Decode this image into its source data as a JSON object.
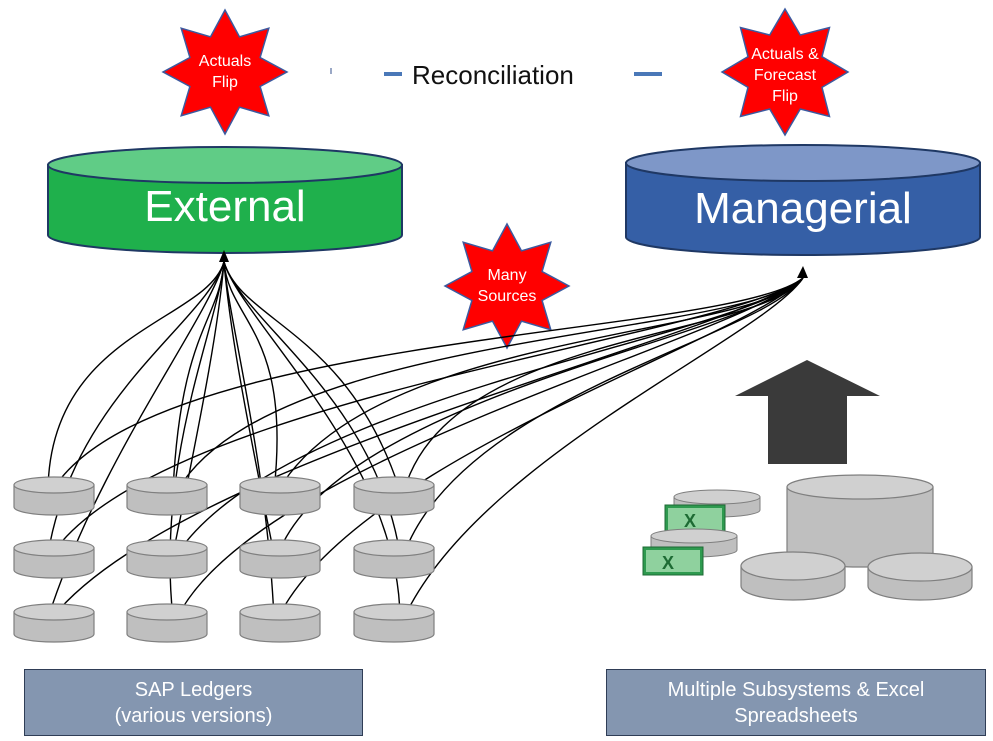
{
  "colors": {
    "external": "#1fb04c",
    "external_top": "#60cc86",
    "managerial": "#355fa6",
    "managerial_top": "#7e97c8",
    "star": "#ff0000",
    "star_border": "#3b5aa0",
    "ledger": "#bfbfbf",
    "caption_bg": "#8496b0",
    "arrow": "#3a3a3a",
    "dash": "#4a78b8"
  },
  "stars": {
    "actuals_flip": {
      "line1": "Actuals",
      "line2": "Flip"
    },
    "actuals_forecast_flip": {
      "line1": "Actuals &",
      "line2": "Forecast",
      "line3": "Flip"
    },
    "many_sources": {
      "line1": "Many",
      "line2": "Sources"
    }
  },
  "reconciliation": {
    "label": "Reconciliation"
  },
  "databases": {
    "external": {
      "label": "External"
    },
    "managerial": {
      "label": "Managerial"
    }
  },
  "captions": {
    "sap_ledgers": {
      "line1": "SAP Ledgers",
      "line2": "(various versions)"
    },
    "subsystems": {
      "line1": "Multiple Subsystems & Excel",
      "line2": "Spreadsheets"
    }
  },
  "icons": {
    "ledger_cylinder": "database-cylinder-icon",
    "excel_file": "excel-icon",
    "upload_arrow": "up-arrow-icon"
  }
}
